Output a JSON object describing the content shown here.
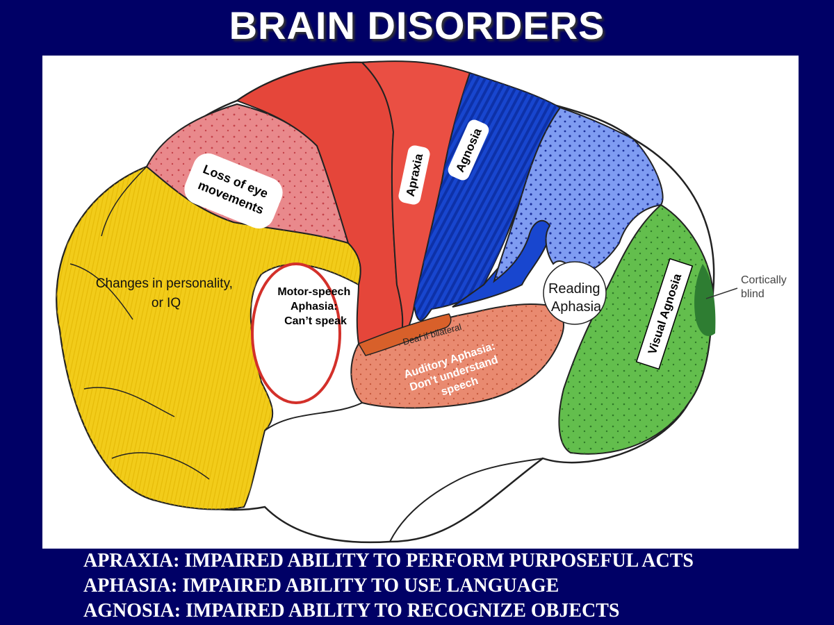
{
  "title": "BRAIN DISORDERS",
  "colors": {
    "background": "#000066",
    "frontal_yellow": "#f2cc1a",
    "eye_pink": "#e9898c",
    "motor_red": "#e5463a",
    "apraxia_red": "#ea4f43",
    "agnosia_blue": "#1846cf",
    "parietal_light_blue": "#7f9cf2",
    "auditory_salmon": "#e98a70",
    "visual_green": "#63be4d"
  },
  "labels": {
    "eye": [
      "Loss of eye",
      "movements"
    ],
    "personality": [
      "Changes in personality,",
      "or IQ"
    ],
    "motor_speech": [
      "Motor-speech",
      "Aphasia:",
      "Can’t speak"
    ],
    "apraxia": "Apraxia",
    "agnosia": "Agnosia",
    "deaf": "Deaf if bilateral",
    "auditory": [
      "Auditory Aphasia:",
      "Don’t understand",
      "speech"
    ],
    "reading": [
      "Reading",
      "Aphasia"
    ],
    "visual": "Visual Agnosia",
    "cortically_blind": [
      "Cortically",
      "blind"
    ]
  },
  "definitions": [
    "APRAXIA:  IMPAIRED ABILITY TO PERFORM PURPOSEFUL ACTS",
    "APHASIA:  IMPAIRED ABILITY TO USE LANGUAGE",
    "AGNOSIA:  IMPAIRED ABILITY TO RECOGNIZE OBJECTS"
  ]
}
